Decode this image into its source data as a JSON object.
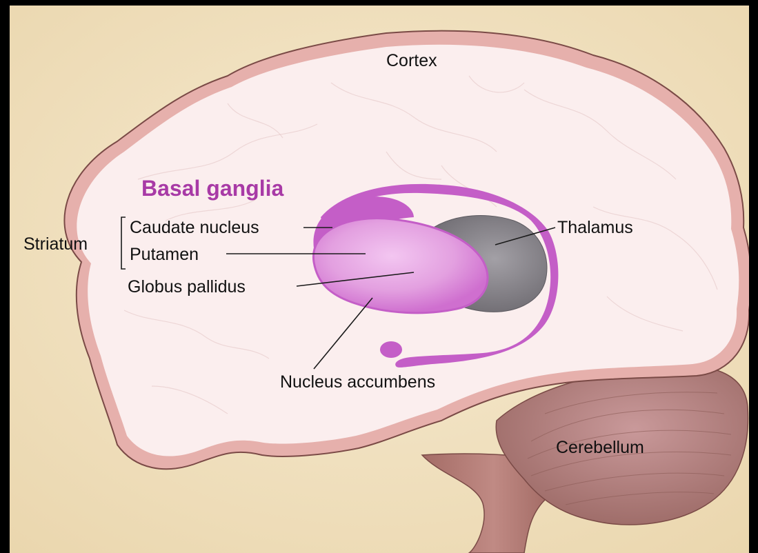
{
  "figure": {
    "title": "Basal ganglia",
    "group_label": "Striatum",
    "labels": {
      "cortex": "Cortex",
      "caudate": "Caudate nucleus",
      "putamen": "Putamen",
      "globus": "Globus pallidus",
      "thalamus": "Thalamus",
      "accumbens": "Nucleus accumbens",
      "cerebellum": "Cerebellum"
    }
  },
  "colors": {
    "background": "#f1e3c4",
    "brain_fill": "#fbeeee",
    "cortex_rim": "#e6b0ac",
    "cortex_outline": "#7a4a46",
    "basal_ganglia": "#c45ec7",
    "putamen": "#e7a5e6",
    "thalamus": "#838086",
    "cerebellum": "#b8857f",
    "brainstem": "#b07872",
    "title_color": "#a83aa6",
    "frame": "#000000"
  }
}
